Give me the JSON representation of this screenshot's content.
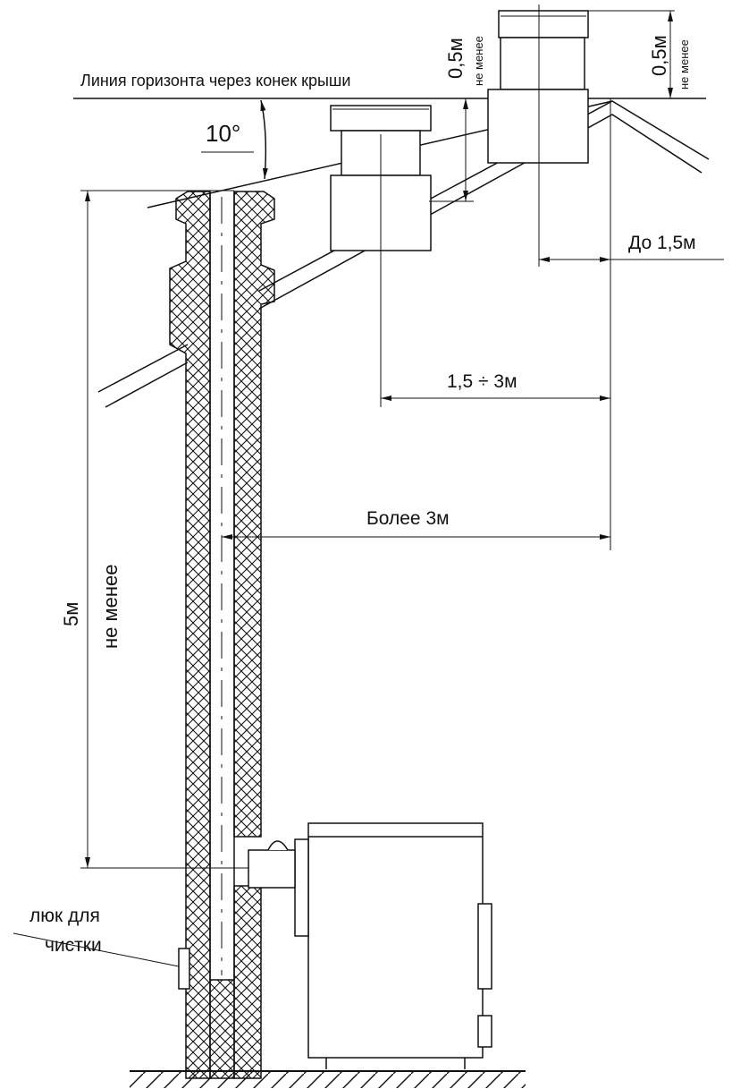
{
  "labels": {
    "horizon_line": "Линия горизонта через конек крыши",
    "angle": "10°",
    "height_left_value": "0,5м",
    "height_left_note": "не менее",
    "height_right_value": "0,5м",
    "height_right_note": "не менее",
    "up_to": "До 1,5м",
    "range": "1,5 ÷ 3м",
    "more_than": "Более 3м",
    "chimney_height_value": "5м",
    "chimney_height_note": "не менее",
    "cleaning_hatch_line1": "люк для",
    "cleaning_hatch_line2": "чистки"
  },
  "colors": {
    "ink": "#111111",
    "background": "#ffffff"
  }
}
